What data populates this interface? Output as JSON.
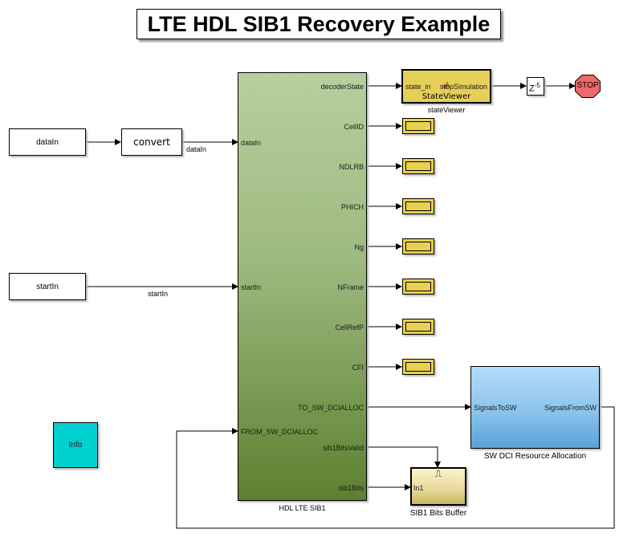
{
  "title": "LTE HDL SIB1 Recovery Example",
  "blocks": {
    "dataIn_source": {
      "label": "dataIn"
    },
    "convert": {
      "label": "convert"
    },
    "startIn_source": {
      "label": "startIn"
    },
    "hdl_lte_sib1": {
      "name": "HDL LTE SIB1",
      "inputs": [
        "dataIn",
        "startIn",
        "FROM_SW_DCIALLOC"
      ],
      "outputs": [
        "decoderState",
        "CellID",
        "NDLRB",
        "PHICH",
        "Ng",
        "NFrame",
        "CellRefP",
        "CFI",
        "TO_SW_DCIALLOC",
        "sib1BitsValid",
        "sib1Bits"
      ]
    },
    "state_viewer": {
      "name": "stateViewer",
      "inner_label": "StateViewer",
      "input": "state_in",
      "output": "stopSimulation",
      "icon": "matlab-logo-icon"
    },
    "delay": {
      "label": "Z",
      "exponent": "-5"
    },
    "stop": {
      "label": "STOP"
    },
    "sw_dci": {
      "name": "SW DCI Resource Allocation",
      "input": "SignalsToSW",
      "output": "SignalsFromSW"
    },
    "sib1_buffer": {
      "name": "SIB1 Bits Buffer",
      "input": "In1",
      "icon": "pulse-trigger-icon",
      "icon_glyph": "⎍"
    },
    "info": {
      "label": "Info"
    }
  },
  "signals": {
    "dataIn": "dataIn",
    "startIn": "startIn"
  },
  "colors": {
    "sib1_top": "#b7cfa0",
    "sib1_bottom": "#5c8030",
    "display": "#e8d052",
    "state_viewer": "#e6cf57",
    "stop": "#f06868",
    "sw_top": "#b4dcfa",
    "sw_bottom": "#58a2d8",
    "info": "#00d0d0"
  }
}
